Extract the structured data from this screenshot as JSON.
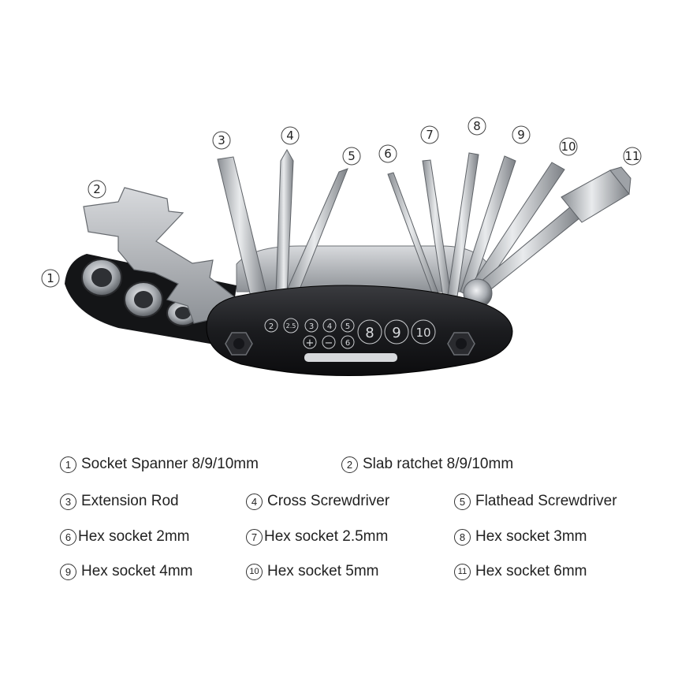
{
  "callouts": [
    "1",
    "2",
    "3",
    "4",
    "5",
    "6",
    "7",
    "8",
    "9",
    "10",
    "11"
  ],
  "sockets": [
    "2",
    "2.5",
    "3",
    "4",
    "5",
    "8",
    "9",
    "10"
  ],
  "signs": [
    "+",
    "−",
    "6"
  ],
  "legend": [
    {
      "n": "1",
      "label": "Socket Spanner 8/9/10mm"
    },
    {
      "n": "2",
      "label": "Slab ratchet 8/9/10mm"
    },
    {
      "n": "3",
      "label": "Extension Rod"
    },
    {
      "n": "4",
      "label": "Cross Screwdriver"
    },
    {
      "n": "5",
      "label": "Flathead Screwdriver"
    },
    {
      "n": "6",
      "label": "Hex socket 2mm"
    },
    {
      "n": "7",
      "label": "Hex socket 2.5mm"
    },
    {
      "n": "8",
      "label": "Hex socket 3mm"
    },
    {
      "n": "9",
      "label": "Hex socket 4mm"
    },
    {
      "n": "10",
      "label": "Hex socket 5mm"
    },
    {
      "n": "11",
      "label": "Hex socket 6mm"
    }
  ],
  "colors": {
    "body": "#1b1c1f",
    "steel": "#b9bcc0",
    "steel_dark": "#7c8086",
    "text": "#222222"
  }
}
